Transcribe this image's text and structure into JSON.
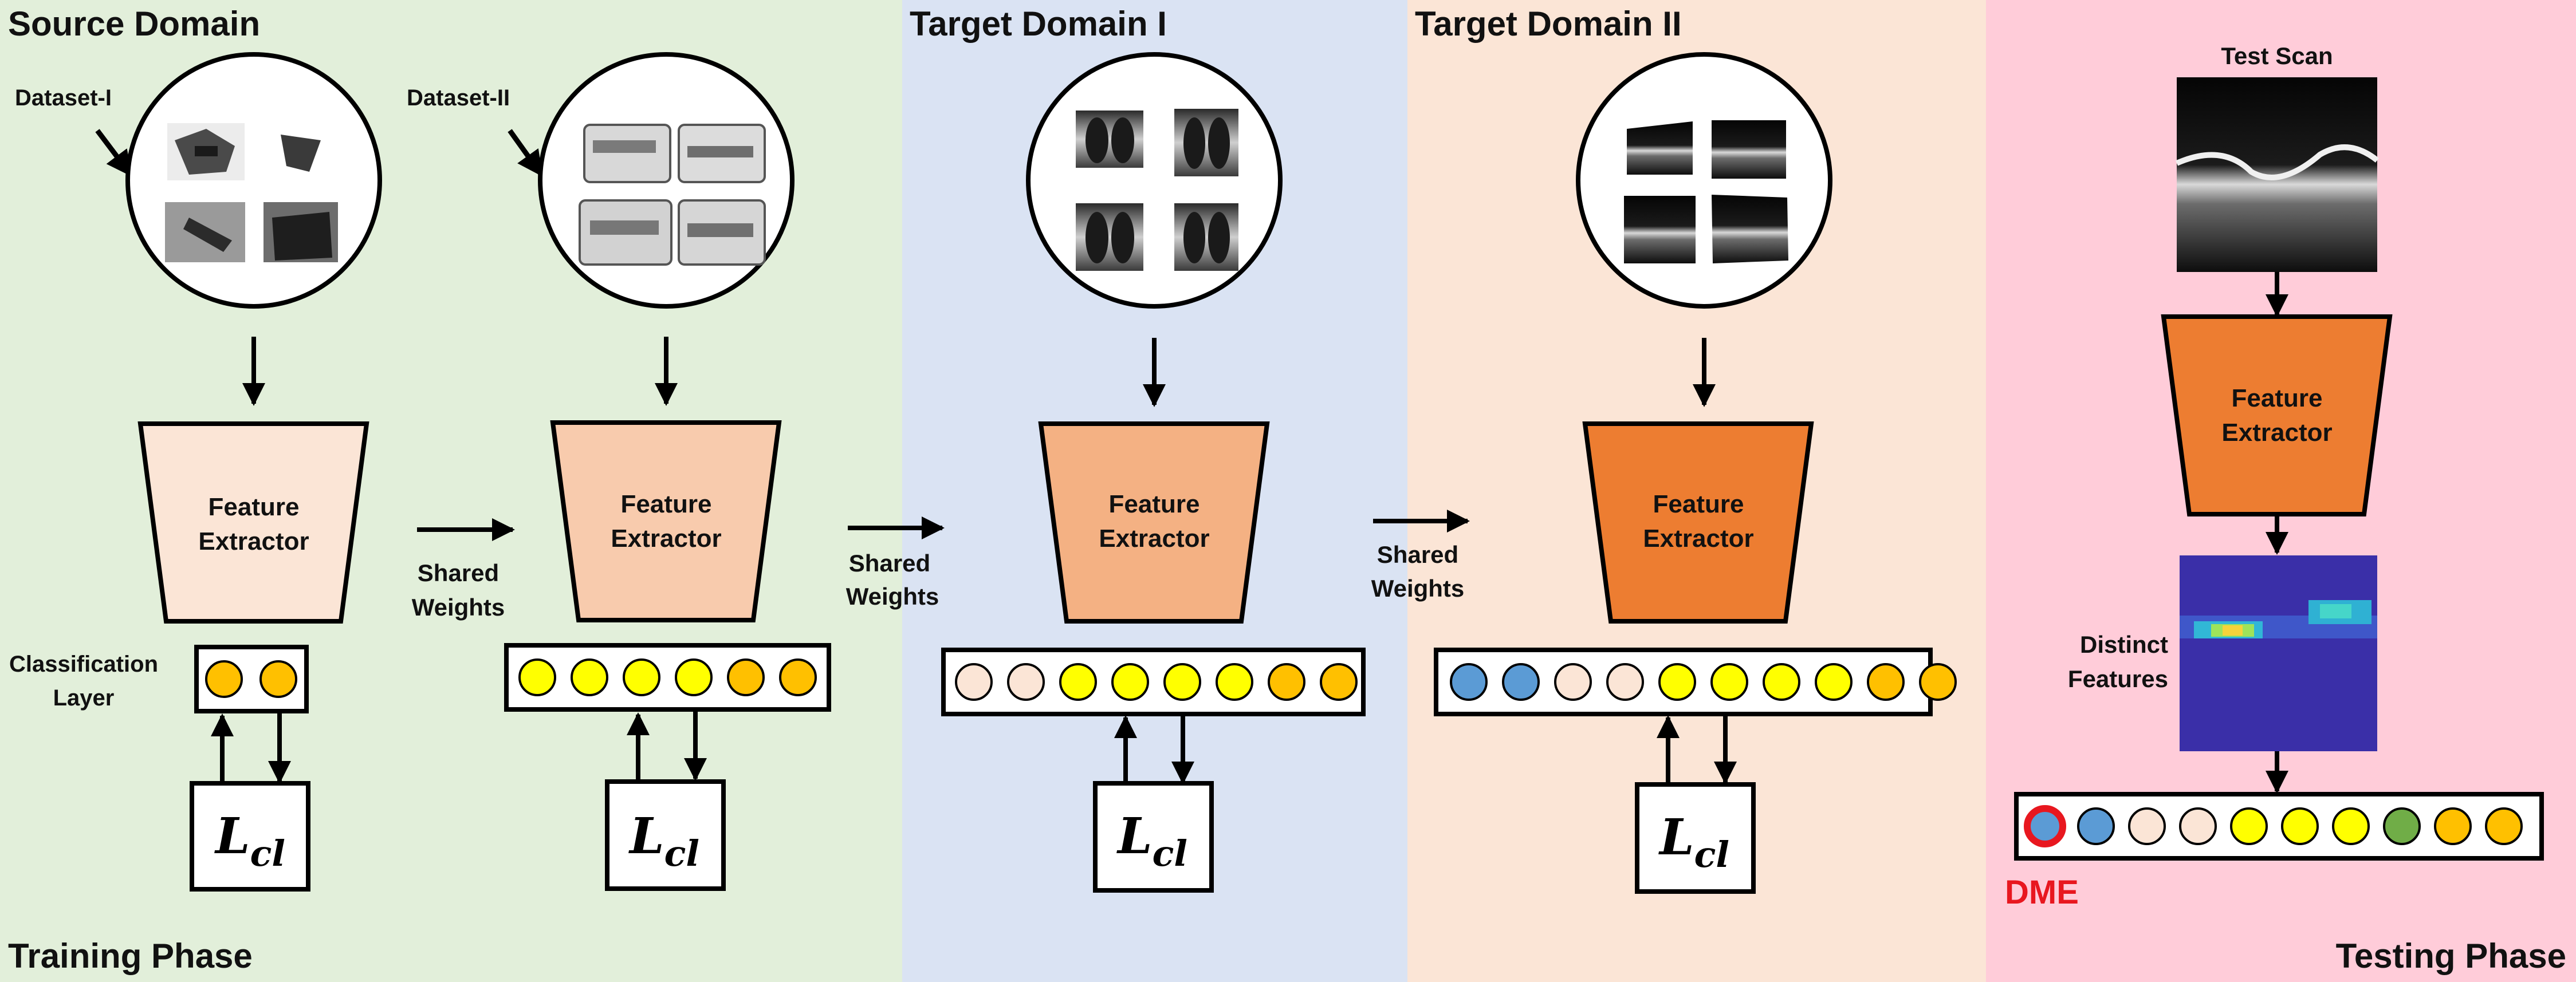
{
  "panels": [
    {
      "title": "Source Domain",
      "bg": "#e2efda"
    },
    {
      "title": "Target Domain I",
      "bg": "#dae3f3"
    },
    {
      "title": "Target Domain II",
      "bg": "#fbe5d6"
    },
    {
      "title": "",
      "bg": "#ffccd9"
    }
  ],
  "phases": {
    "training": "Training Phase",
    "testing": "Testing Phase"
  },
  "datasets": {
    "d1": "Dataset-I",
    "d2": "Dataset-II"
  },
  "extractor": {
    "line1": "Feature",
    "line2": "Extractor"
  },
  "shared": {
    "line1": "Shared",
    "line2": "Weights"
  },
  "classification": {
    "line1": "Classification",
    "line2": "Layer"
  },
  "loss": {
    "main": "L",
    "sub": "cl"
  },
  "test_scan_label": "Test Scan",
  "distinct": {
    "line1": "Distinct",
    "line2": "Features"
  },
  "prediction": "DME",
  "colors": {
    "node_light": "#fbe5d6",
    "node_yellow": "#ffff00",
    "node_gold": "#ffc000",
    "node_blue": "#5b9bd5",
    "node_green": "#70ad47",
    "highlight": "#e8171f",
    "fe_source": "#fbe5d6",
    "fe_d2": "#f8cbad",
    "fe_t1": "#f4b183",
    "fe_t2": "#ed7d31"
  },
  "icons": [
    "xray-baggage-thumbnail",
    "chest-xray-thumbnail",
    "oct-scan-thumbnail",
    "heatmap"
  ]
}
